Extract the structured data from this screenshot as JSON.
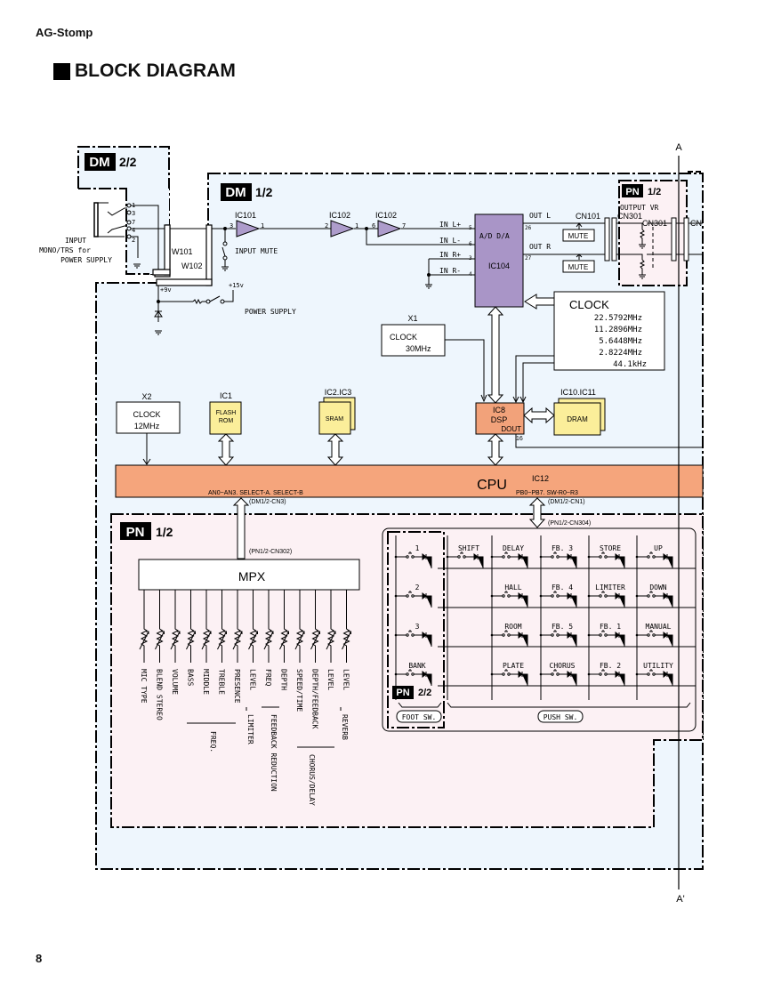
{
  "header": {
    "model": "AG-Stomp",
    "section_title": "BLOCK DIAGRAM",
    "page_number": "8"
  },
  "colors": {
    "dm_board_bg": "#eef6fd",
    "pn_board_bg": "#fcf1f4",
    "amp_fill": "#ad9ccb",
    "adc_fill": "#a995c7",
    "cpu_fill": "#f5a57c",
    "dsp_fill": "#f2a27a",
    "memory_fill": "#fbee9a"
  },
  "boards": {
    "dm22": {
      "tag": "DM",
      "part": "2/2"
    },
    "dm12": {
      "tag": "DM",
      "part": "1/2"
    },
    "pn12_output": {
      "tag": "PN",
      "part": "1/2",
      "sublabel": "OUTPUT  VR"
    },
    "pn12_main": {
      "tag": "PN",
      "part": "1/2"
    },
    "pn22": {
      "tag": "PN",
      "part": "2/2"
    }
  },
  "input_section": {
    "jack_label_lines": [
      "INPUT",
      "MONO/TRS for",
      "POWER SUPPLY"
    ],
    "pins": [
      "1",
      "3",
      "7",
      "4",
      "2"
    ],
    "wires": [
      "W101",
      "W102"
    ],
    "plus9v": "+9v",
    "plus15v": "+15v",
    "power_supply_label": "POWER SUPPLY",
    "input_mute_label": "INPUT MUTE"
  },
  "amps": [
    {
      "name": "IC101",
      "in_pin": "3",
      "out_pin": "1"
    },
    {
      "name": "IC102",
      "in_pin": "2",
      "out_pin": "1"
    },
    {
      "name": "IC102",
      "in_pin": "6",
      "out_pin": "7"
    }
  ],
  "codec": {
    "name": "IC104",
    "label": "A/D  D/A",
    "inputs": [
      {
        "label": "IN L+",
        "pin": "5"
      },
      {
        "label": "IN L-",
        "pin": "6"
      },
      {
        "label": "IN R+",
        "pin": "3"
      },
      {
        "label": "IN R-",
        "pin": "4"
      }
    ],
    "outputs": [
      {
        "label": "OUT L",
        "pin": "26"
      },
      {
        "label": "OUT R",
        "pin": "27"
      }
    ],
    "mute_label": "MUTE"
  },
  "connectors": {
    "cn101": "CN101",
    "cn301a": "CN301",
    "cn301b": "CN301",
    "cn_right": "CN"
  },
  "clock_main": {
    "title": "CLOCK",
    "freqs": [
      "22.5792MHz",
      "11.2896MHz",
      "5.6448MHz",
      "2.8224MHz",
      "44.1kHz"
    ]
  },
  "x1": {
    "ref": "X1",
    "line1": "CLOCK",
    "line2": "30MHz"
  },
  "x2": {
    "ref": "X2",
    "line1": "CLOCK",
    "line2": "12MHz"
  },
  "ic1": {
    "ref": "IC1",
    "line1": "FLASH",
    "line2": "ROM"
  },
  "ic23": {
    "ref": "IC2.IC3",
    "label": "SRAM"
  },
  "ic8": {
    "ref": "IC8",
    "label": "DSP",
    "dout": "DOUT",
    "pin": "16"
  },
  "ic1011": {
    "ref": "IC10.IC11",
    "label": "DRAM"
  },
  "cpu": {
    "label": "CPU",
    "ref": "IC12",
    "left_signals": "AN0~AN3. SELECT-A. SELECT-B",
    "right_signals": "PB0~PB7. SW-R0~R3",
    "left_conn": "(DM1/2-CN3)",
    "right_conn": "(DM1/2-CN1)"
  },
  "mpx": {
    "label": "MPX",
    "conn": "(PN1/2-CN302)",
    "pots": [
      "MIC TYPE",
      "BLEND  STEREO",
      "VOLUME",
      "BASS",
      "MIDDLE",
      "TREBLE",
      "PRESENCE",
      "LEVEL",
      "FREQ",
      "DEPTH",
      "SPEED/TIME",
      "DEPTH/FEEDBACK",
      "LEVEL",
      "LEVEL"
    ],
    "groups": [
      {
        "label": "FREQ."
      },
      {
        "label": "LIMITER"
      },
      {
        "label": "FEEDBACK  REDUCTION"
      },
      {
        "label": "CHORUS/DELAY"
      },
      {
        "label": "REVERB"
      }
    ]
  },
  "switch_matrix": {
    "conn": "(PN1/2-CN304)",
    "foot": [
      "1",
      "2",
      "3",
      "BANK"
    ],
    "push_rows": [
      [
        "SHIFT",
        "DELAY",
        "FB. 3",
        "STORE",
        "UP"
      ],
      [
        "",
        "HALL",
        "FB. 4",
        "LIMITER",
        "DOWN"
      ],
      [
        "",
        "ROOM",
        "FB. 5",
        "FB. 1",
        "MANUAL"
      ],
      [
        "",
        "PLATE",
        "CHORUS",
        "FB. 2",
        "UTILITY"
      ]
    ],
    "foot_label": "FOOT  SW.",
    "push_label": "PUSH  SW."
  },
  "cut_marks": {
    "top": "A",
    "bottom": "A'"
  }
}
